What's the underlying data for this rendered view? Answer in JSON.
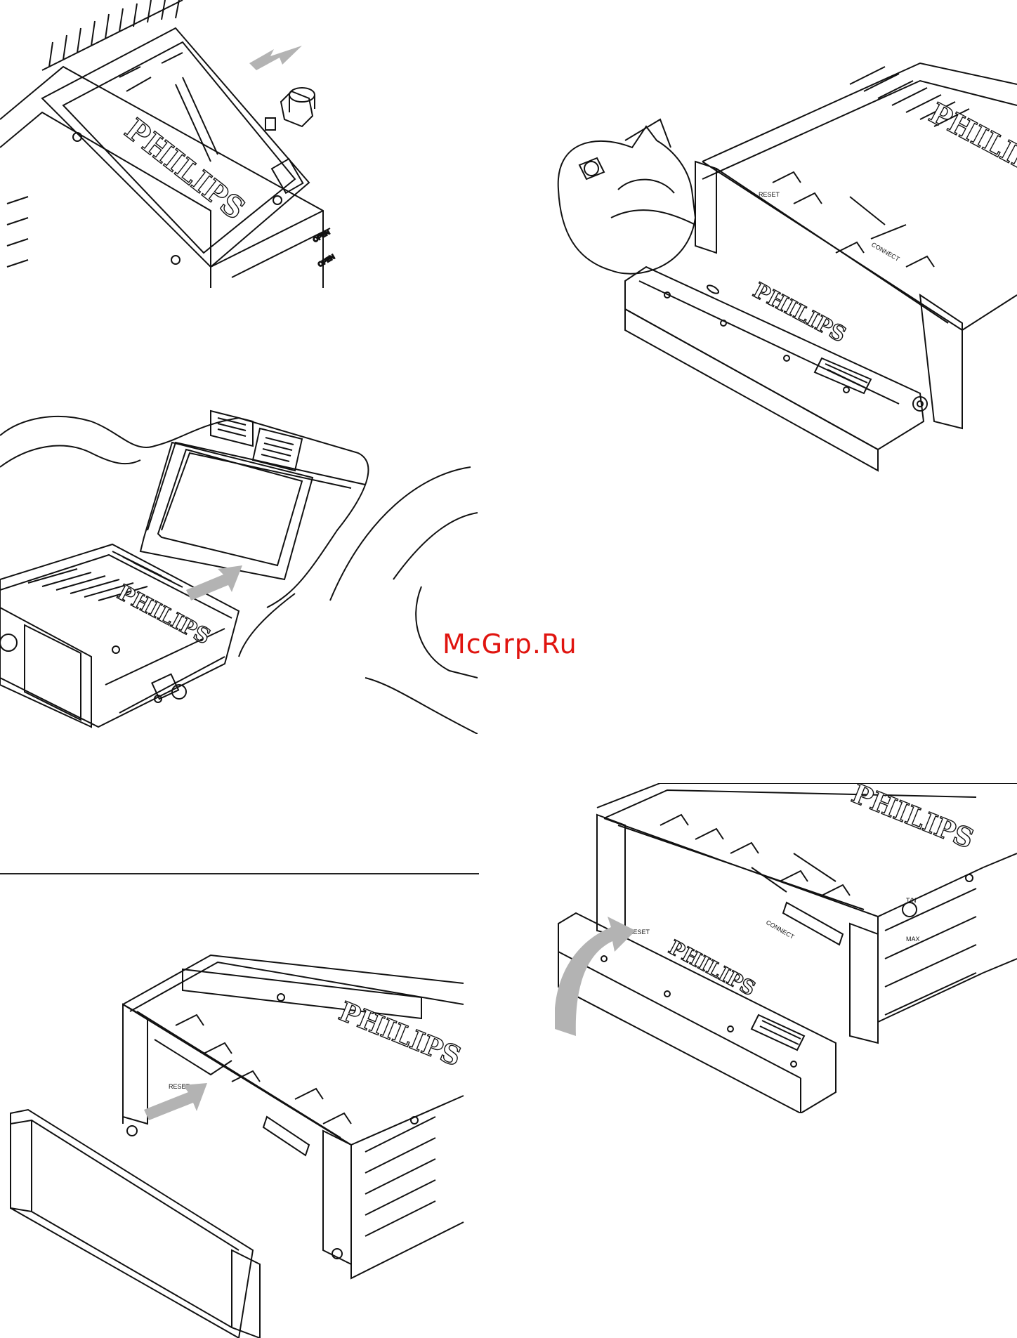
{
  "watermark": "McGrp.Ru",
  "brand": "PHILIPS",
  "labels": {
    "open": "OPEN",
    "reset": "RESET",
    "connect": "CONNECT",
    "tin": "T/N",
    "max": "MAX"
  },
  "colors": {
    "arrow": "#b3b3b3",
    "line": "#111111",
    "watermark": "#e0140f"
  }
}
